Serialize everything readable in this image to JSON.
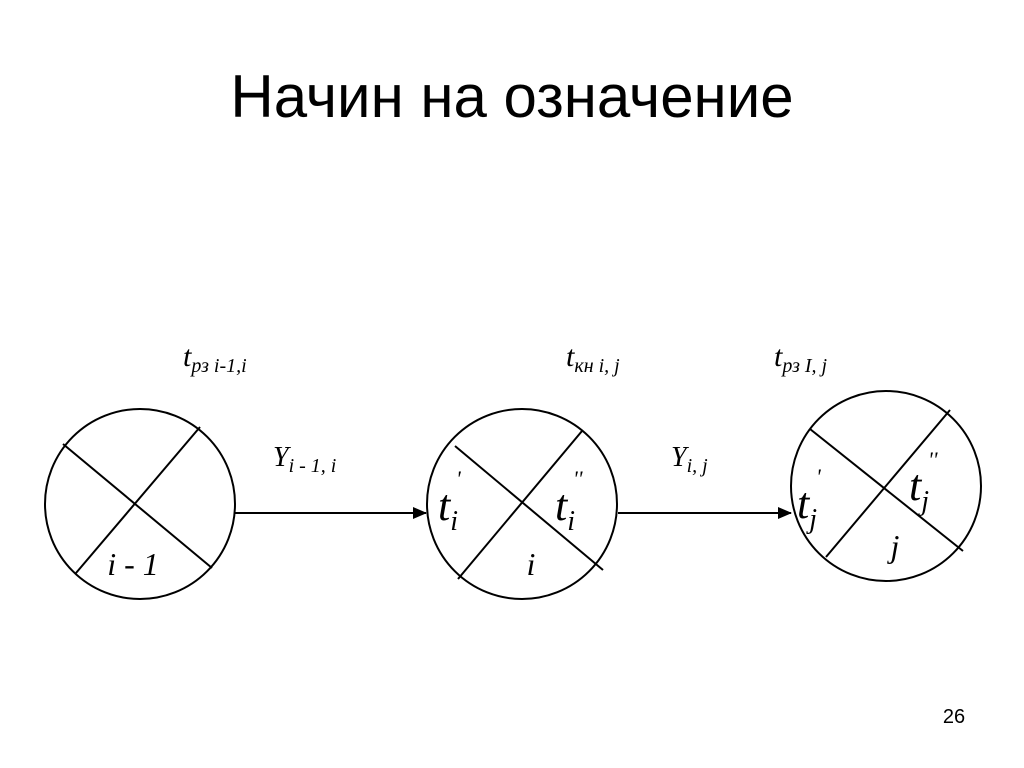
{
  "title": "Начин на означение",
  "page_number": "26",
  "nodes": [
    {
      "id": "node-i-minus-1",
      "label": "i - 1",
      "left_main": "",
      "left_sub": "",
      "left_sup": "",
      "right_main": "",
      "right_sub": "",
      "right_sup": ""
    },
    {
      "id": "node-i",
      "label": "i",
      "left_main": "t",
      "left_sub": "i",
      "left_sup": "'",
      "right_main": "t",
      "right_sub": "i",
      "right_sup": "''"
    },
    {
      "id": "node-j",
      "label": "j",
      "left_main": "t",
      "left_sub": "j",
      "left_sup": "'",
      "right_main": "t",
      "right_sub": "j",
      "right_sup": "''"
    }
  ],
  "edges": [
    {
      "from": "node-i-minus-1",
      "to": "node-i",
      "main": "Y",
      "sub": "i - 1, i"
    },
    {
      "from": "node-i",
      "to": "node-j",
      "main": "Y",
      "sub": "i, j"
    }
  ],
  "top_labels": [
    {
      "main": "t",
      "sub": "рз i-1,i"
    },
    {
      "main": "t",
      "sub": "кн i, j"
    },
    {
      "main": "t",
      "sub": "рз I, j"
    }
  ],
  "colors": {
    "stroke": "#000000",
    "background": "#ffffff"
  }
}
